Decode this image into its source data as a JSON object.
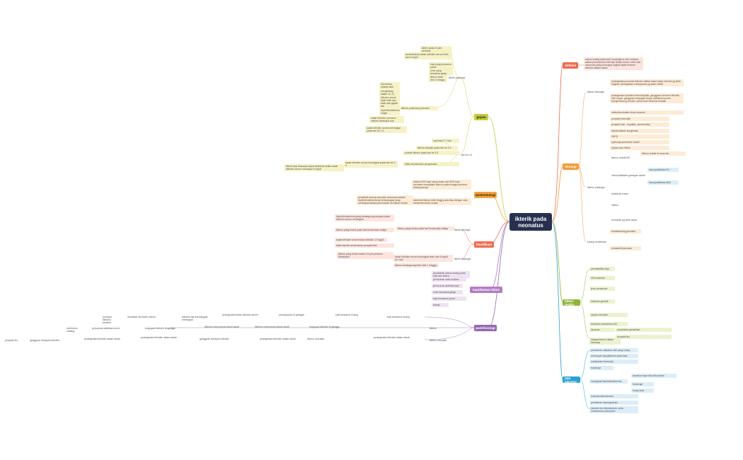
{
  "root": "ikterik pada neonatus",
  "colors": {
    "definisi": "#ee6a4f",
    "etiologi": "#f39a3a",
    "faktor": "#8fb43a",
    "tata": "#2aa2cf",
    "gejala": "#c3cd3b",
    "epidemiologi": "#f7a23a",
    "klasifikasi": "#ef6b4e",
    "manifestasi": "#b27bc3",
    "patofisiologi": "#9067ae",
    "root": "#27304f"
  },
  "right": {
    "definisi": {
      "label": "definisi",
      "leaf": "warna kuning pada kulit, konjungtiva, dan mukosa akibat penumpukan bilirubin dalam serum, lebih dari abnormal yang mencapai tingkat kadar tertentu bilirubin dalam darah"
    },
    "etiologi": {
      "label": "etiologi",
      "fisiologis_label": "ikterus fisiologis",
      "fisiologis": [
        "peningkatan produksi bilirubin akibat masa hidup eritrosit yg lebih singkat, peningkatan eritropoiesis yg tidak efektif",
        "peningkatan sirkulasi enterohepatik, gangguan konversi bilirubin oleh hepar, gangguan konjugasi hepar, defisiensi enzim, transportasi yg rendah, penurunan ekskresi hepatik",
        "infeksi/sumbatan aliran empedu"
      ],
      "patologis_label": "ikterus patologis",
      "patologis": [
        "penyakit hemolitik",
        "penyakit hati - hepatitis, atresia biliar",
        "hipotiroidisme kongenital",
        "G6PD",
        "rupturnya pembuluh darah",
        "sepsis dan infeksi",
        "ikterus terkait ASI"
      ],
      "inkompat_label": "inkompatibilitas golongan darah",
      "inkompat": [
        "inkompatibilitas Rh",
        "inkompatibilitas ABO"
      ],
      "ikterus_asi": "ikterus terkait air susu ibu",
      "defisiensi": "defisiensi enzim",
      "infeksi": "infeksi",
      "hemolisis": "hemolisis yg lebih cepat",
      "kuning_label": "kuning berlebihan",
      "kuning": [
        "breastfeeding jaundice",
        "breastmilk jaundice"
      ]
    },
    "faktor": {
      "label": "faktor resiko",
      "items": [
        "prematuritas bayi",
        "ASI eksklusif",
        "jenis persalinan",
        "kelainan genetik",
        "sepsis neonatal",
        "frekuensi pemberian ASI",
        "hipoksia",
        "komplikasi persalinan",
        "penyakit ibu",
        "riwayat ikterus dalam keluarga"
      ]
    },
    "tata": {
      "label": "tata laksana",
      "items": [
        "pemberian makanan dini yang cukup",
        "mencegah hipoglikemia pada bayi",
        "melakukan fototerapi",
        "fototerapi",
        "mengobati hiperbilirubinemia",
        "evaluasi laboratorium",
        "pemberian imunoglobulin",
        "lakukan tes laboratorium untuk menentukan penyebab"
      ],
      "sub": [
        "transfusi tukar bila dibutuhkan",
        "fototerapi",
        "terapi obat"
      ]
    }
  },
  "left": {
    "gejala": {
      "label": "gejala",
      "patologis_label": "ikterik patologis",
      "patologis": [
        "ikterik pada 24 jam pertama",
        "pertambahan kadar bilirubin serum lebih dari 5 mg/dl",
        "tinja yang berwarna pucat",
        "urine yang berwarna gelap",
        "ikterus lebih dari 2 minggu",
        "ikterus pada bayi prematur"
      ],
      "fisiologis_label": "ikterik fisiologis",
      "fisiologis": [
        "hari kedua setelah lahir",
        "menghilang dalam 10-14 hari",
        "bilirubin serum tidak lebih dari 12 mg/dl",
        "tidak ada gejala lain",
        "hiperbilirubinemia ringan",
        "kadar bilirubin menurun setelah beberapa hari",
        "kadar bilirubin serum meningkat pada hari ke 2-3"
      ],
      "jam_label": "jam ke-24",
      "jam": [
        "usia bayi 2-7 hari",
        "ikterus tampak pada hari ke 4-5",
        "puncak ikterus pada hari ke 3-5",
        "tidak memerlukan pengobatan"
      ],
      "lainnya": "ikterik bayi biasanya dapat dideteksi ketika kadar bilirubin serum mencapai 5 mg/dl"
    },
    "epidemiologi": {
      "label": "epidemiologi",
      "items": [
        "sekitar 60% bayi cukup bulan dan 80% bayi prematur mengalami ikterus pada minggu pertama kehidupannya",
        "penyebab kuning neonatal umumnya adalah hiperbilirubinemia tak terkonjugasi yang meningkat akibat pemecahan sel darah merah",
        "insidensi ikterus lebih tinggi pada bayi dengan usia kehamilan lebih rendah"
      ]
    },
    "klasifikasi": {
      "label": "klasifikasi",
      "fisiologis_label": "ikterik fisiologis",
      "fisiologis": [
        "hiperbilirubinemia yang berlangsung dengan kadar bilirubin serum meningkat",
        "ikterus yang timbul pada hari kedua atau ketiga",
        "kadar bilirubin serum tidak melebihi 12 mg/dl",
        "tidak disertai tanda-tanda penyakit lain"
      ],
      "patologis_label": "ikterik patologis",
      "patologis": [
        "ikterus yang timbul dalam 24 jam pertama kehidupan",
        "kadar bilirubin serum meningkat lebih dari 5 mg/dl per hari",
        "ikterus berlangsung lebih dari 2 minggu"
      ]
    },
    "manifestasi": {
      "label": "manifestasi klinis",
      "items": [
        "perubahan warna kuning pada kulit dan sklera",
        "penurunan nafsu makan",
        "penurunan aktivitas bayi",
        "urine berwarna gelap",
        "tinja berwarna pucat",
        "letargi"
      ]
    },
    "patofisiologi": {
      "label": "patofisiologi",
      "chain": [
        "produksi bilirubin berlebih",
        "hemolisis sel darah merah",
        "bilirubin tak terkonjugasi meningkat",
        "peningkatan kadar bilirubin serum",
        "penumpukan di jaringan",
        "kulit berwarna kuning"
      ],
      "chain2": [
        "hati belum matang",
        "penurunan aktivitas enzim",
        "konjugasi bilirubin terganggu",
        "bilirubin menumpuk dalam darah",
        "ikterus"
      ],
      "chain3": [
        "penyakit ibu",
        "gangguan transport bilirubin",
        "peningkatan bilirubin dalam darah",
        "ikterus neonatal"
      ]
    }
  }
}
